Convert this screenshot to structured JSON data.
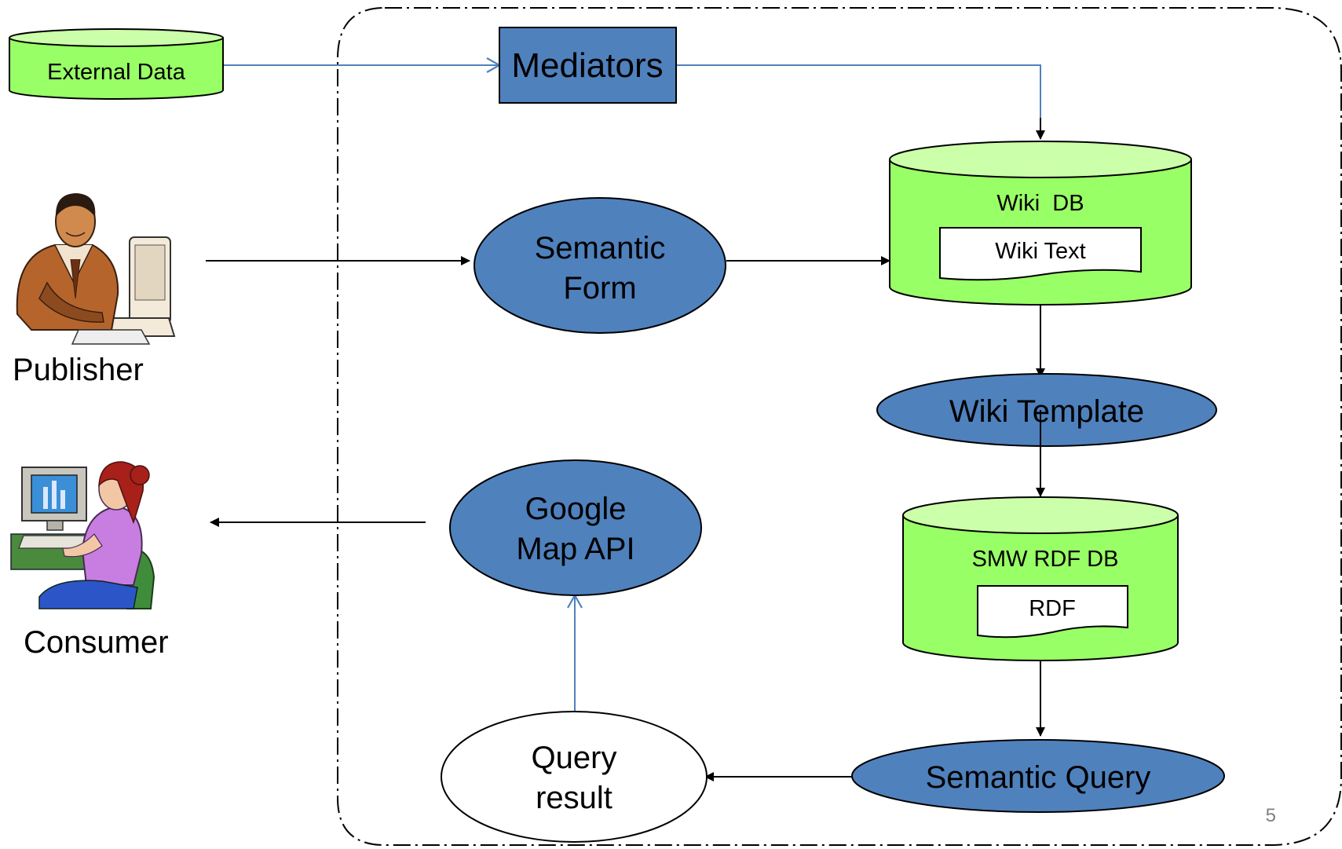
{
  "nodes": {
    "external_data": "External Data",
    "mediators": "Mediators",
    "semantic_form": [
      "Semantic",
      "Form"
    ],
    "wiki_db": "Wiki  DB",
    "wiki_text": "Wiki Text",
    "wiki_template": "Wiki Template",
    "smw_rdf_db": "SMW RDF DB",
    "rdf": "RDF",
    "semantic_query": "Semantic Query",
    "query_result": [
      "Query",
      "result"
    ],
    "google_map_api": [
      "Google",
      "Map API"
    ]
  },
  "actors": {
    "publisher": "Publisher",
    "consumer": "Consumer"
  },
  "page_number": "5",
  "colors": {
    "db_fill": "#99ff66",
    "db_top": "#ccffaa",
    "process_fill": "#4f81bd",
    "link_blue": "#4f81bd",
    "line_black": "#000000"
  }
}
